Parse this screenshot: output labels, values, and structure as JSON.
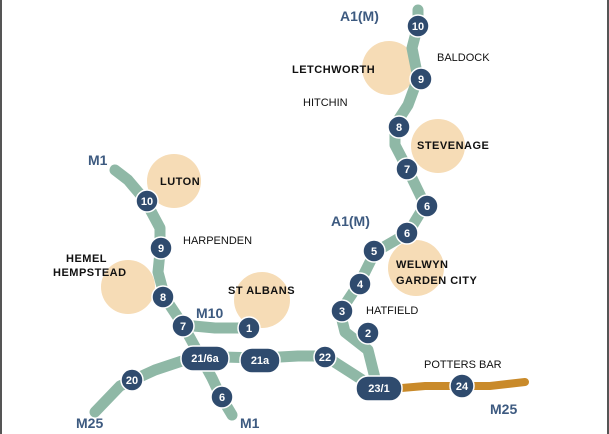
{
  "colors": {
    "road_green": "#8fb8a6",
    "road_orange": "#c98a2a",
    "junction_fill": "#2f4b6e",
    "town_circle": "#f6dcb6",
    "road_label": "#3d5a80",
    "frame": "#555555"
  },
  "road_labels": {
    "a1m_top": "A1(M)",
    "a1m_mid": "A1(M)",
    "m1_top": "M1",
    "m1_bottom": "M1",
    "m10": "M10",
    "m25_left": "M25",
    "m25_right": "M25"
  },
  "towns": {
    "letchworth": "LETCHWORTH",
    "baldock": "BALDOCK",
    "hitchin": "HITCHIN",
    "stevenage": "STEVENAGE",
    "luton": "LUTON",
    "harpenden": "HARPENDEN",
    "hemel_line1": "HEMEL",
    "hemel_line2": "HEMPSTEAD",
    "st_albans": "ST ALBANS",
    "welwyn_line1": "WELWYN",
    "welwyn_line2": "GARDEN CITY",
    "hatfield": "HATFIELD",
    "potters_bar": "POTTERS BAR"
  },
  "junctions": {
    "a1_10": "10",
    "a1_9": "9",
    "a1_8": "8",
    "a1_7": "7",
    "a1_6a": "6",
    "a1_6b": "6",
    "a1_5": "5",
    "a1_4": "4",
    "a1_3": "3",
    "a1_2": "2",
    "m1_10": "10",
    "m1_9": "9",
    "m1_8": "8",
    "m1_7": "7",
    "m1_6": "6",
    "m10_1": "1",
    "m25_21_6a": "21/6a",
    "m25_21a": "21a",
    "m25_22": "22",
    "m25_23_1": "23/1",
    "m25_24": "24",
    "m25_20": "20"
  }
}
